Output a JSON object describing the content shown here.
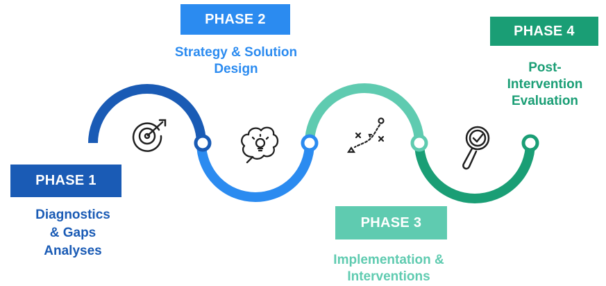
{
  "colors": {
    "phase1": "#1a5bb5",
    "phase2": "#2b8bf0",
    "phase3": "#5fcbb0",
    "phase4": "#1a9e75",
    "node_fill": "#ffffff",
    "icon_stroke": "#1f1f1f"
  },
  "phases": [
    {
      "badge": "PHASE 1",
      "desc_lines": [
        "Diagnostics",
        "& Gaps",
        "Analyses"
      ],
      "icon": "target-dart-icon"
    },
    {
      "badge": "PHASE 2",
      "desc_lines": [
        "Strategy & Solution",
        "Design"
      ],
      "icon": "lightbulb-thought-icon"
    },
    {
      "badge": "PHASE 3",
      "desc_lines": [
        "Implementation &",
        "Interventions"
      ],
      "icon": "strategy-plan-icon"
    },
    {
      "badge": "PHASE 4",
      "desc_lines": [
        "Post-",
        "Intervention",
        "Evaluation"
      ],
      "icon": "magnifier-check-icon"
    }
  ]
}
